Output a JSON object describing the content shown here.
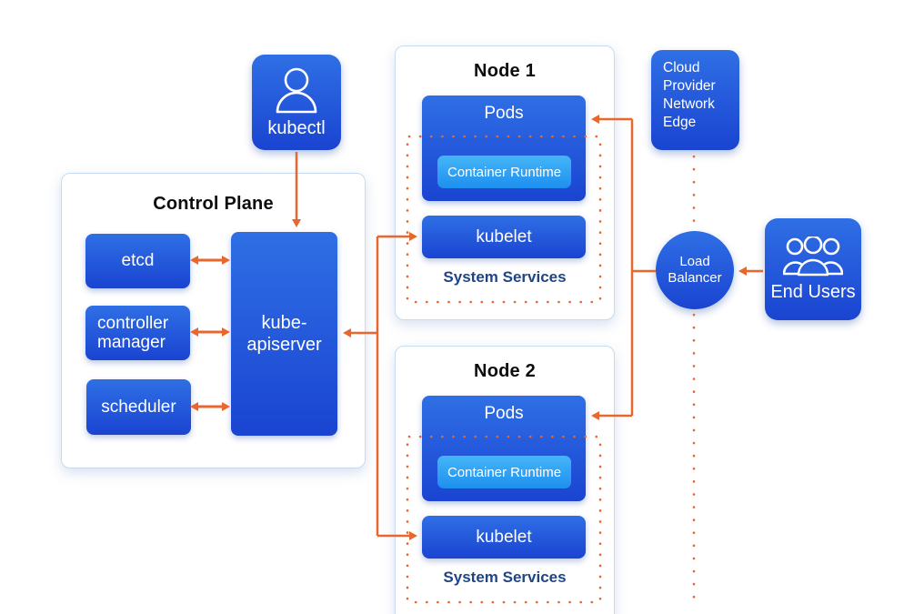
{
  "colors": {
    "box-top": "#2F6FE5",
    "box-bottom": "#1A44D1",
    "rt-top": "#45B6F8",
    "rt-bottom": "#1E8FEE",
    "orange": "#E8672E",
    "navy": "#1F4586",
    "panel-border": "#C6DBF2",
    "title-ink": "#0D0D0D"
  },
  "icons": {
    "kubectl": "user-icon",
    "end_users": "users-group-icon"
  },
  "kubectl": {
    "label": "kubectl"
  },
  "control_plane": {
    "title": "Control Plane",
    "etcd": "etcd",
    "controller_manager": "controller manager",
    "scheduler": "scheduler",
    "apiserver": "kube-apiserver"
  },
  "nodes": [
    {
      "title": "Node 1",
      "pods": "Pods",
      "container_runtime": "Container Runtime",
      "kubelet": "kubelet",
      "system_services": "System Services"
    },
    {
      "title": "Node 2",
      "pods": "Pods",
      "container_runtime": "Container Runtime",
      "kubelet": "kubelet",
      "system_services": "System Services"
    }
  ],
  "cloud_edge": {
    "label": "Cloud Provider Network Edge"
  },
  "load_balancer": {
    "label": "Load Balancer"
  },
  "end_users": {
    "label": "End Users"
  }
}
